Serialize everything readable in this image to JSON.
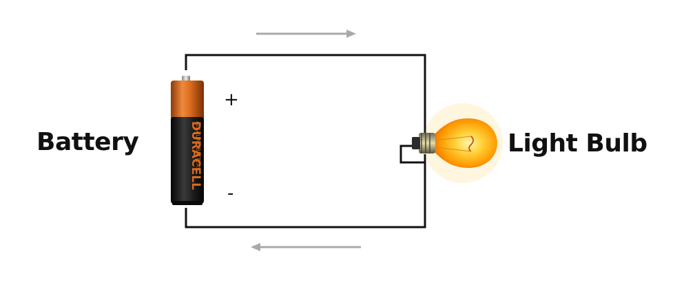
{
  "labels": {
    "battery": "Battery",
    "light_bulb": "Light Bulb",
    "positive": "+",
    "negative": "-"
  },
  "battery": {
    "brand": "DURACELL",
    "subtitle": "ALKALINE BATTERY"
  },
  "colors": {
    "wire": "#111111",
    "arrow": "#a9a9a9",
    "battery_copper": "#d86a1e",
    "battery_black": "#1a1a1a",
    "bulb_glow": "#ffb300"
  }
}
